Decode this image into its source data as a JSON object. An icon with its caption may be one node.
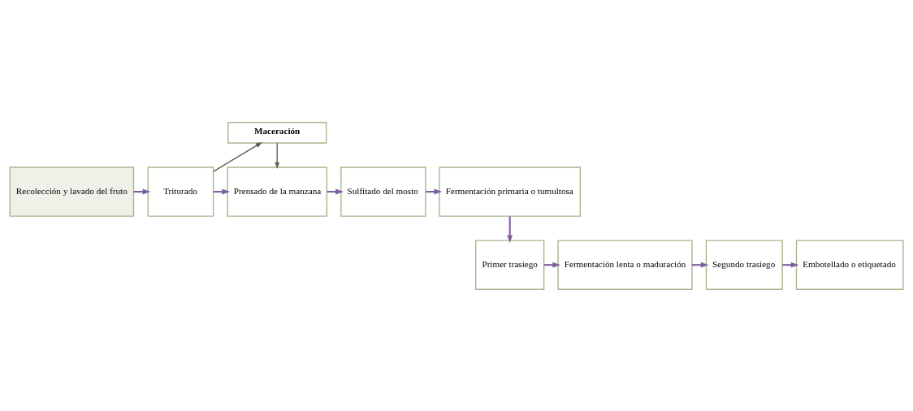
{
  "diagram": {
    "nodes": [
      {
        "text": [
          "Recolección y lavado del fruto"
        ]
      },
      {
        "text": [
          "Triturado"
        ]
      },
      {
        "text": [
          "Prensado de la manzana"
        ]
      },
      {
        "text": [
          "Sulfitado del mosto"
        ]
      },
      {
        "text": [
          "Fermentación primaria o tumultosa"
        ]
      },
      {
        "text": [
          "Maceración"
        ]
      },
      {
        "text": [
          "Primer trasiego"
        ]
      },
      {
        "text": [
          "Fermentación lenta o maduración"
        ]
      },
      {
        "text": [
          "Segundo trasiego"
        ]
      },
      {
        "text": [
          "Embotellado o etiquetado"
        ]
      }
    ],
    "edges": [
      {
        "from": 0,
        "to": 1,
        "arrow": "to"
      },
      {
        "from": 1,
        "to": 2,
        "arrow": "to"
      },
      {
        "from": 2,
        "to": 3,
        "arrow": "to"
      },
      {
        "from": 3,
        "to": 4,
        "arrow": "to"
      },
      {
        "from": 1,
        "to": 5,
        "arrow": "to",
        "color": "#56664a"
      },
      {
        "from": 5,
        "to": 2,
        "arrow": "to",
        "color": "#56664a"
      },
      {
        "from": 4,
        "to": 6,
        "arrow": "to"
      },
      {
        "from": 6,
        "to": 7,
        "arrow": "to"
      },
      {
        "from": 7,
        "to": 8,
        "arrow": "to"
      },
      {
        "from": 8,
        "to": 9,
        "arrow": "to"
      }
    ]
  }
}
